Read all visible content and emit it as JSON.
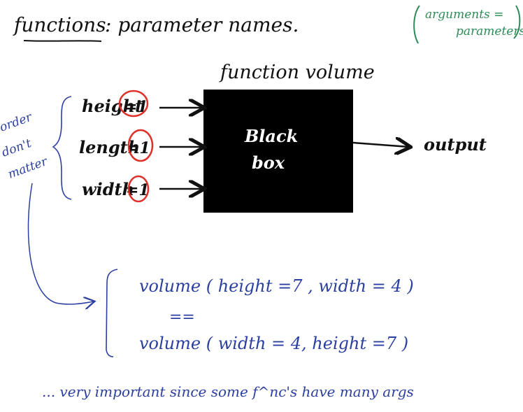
{
  "title": {
    "main": "functions",
    "rest": ": parameter names."
  },
  "note": {
    "line1": "arguments =",
    "line2": "parameters"
  },
  "function_label": "function volume",
  "inputs": [
    {
      "name": "height",
      "default": "=1"
    },
    {
      "name": "length",
      "default": "=1"
    },
    {
      "name": "width",
      "default": "=1"
    }
  ],
  "box": {
    "line1": "Black",
    "line2": "box"
  },
  "output": "output",
  "side_note": [
    "order",
    "don't",
    "matter"
  ],
  "example": {
    "call1": "volume ( height =7 , width = 4 )",
    "equals": "==",
    "call2": "volume ( width = 4, height =7 )"
  },
  "footer": "... very important since some f^nc's have many args",
  "colors": {
    "black_ink": "#111111",
    "blue_ink": "#2b3fa0",
    "green_ink": "#2e8b57",
    "red_ink": "#e0302a"
  }
}
